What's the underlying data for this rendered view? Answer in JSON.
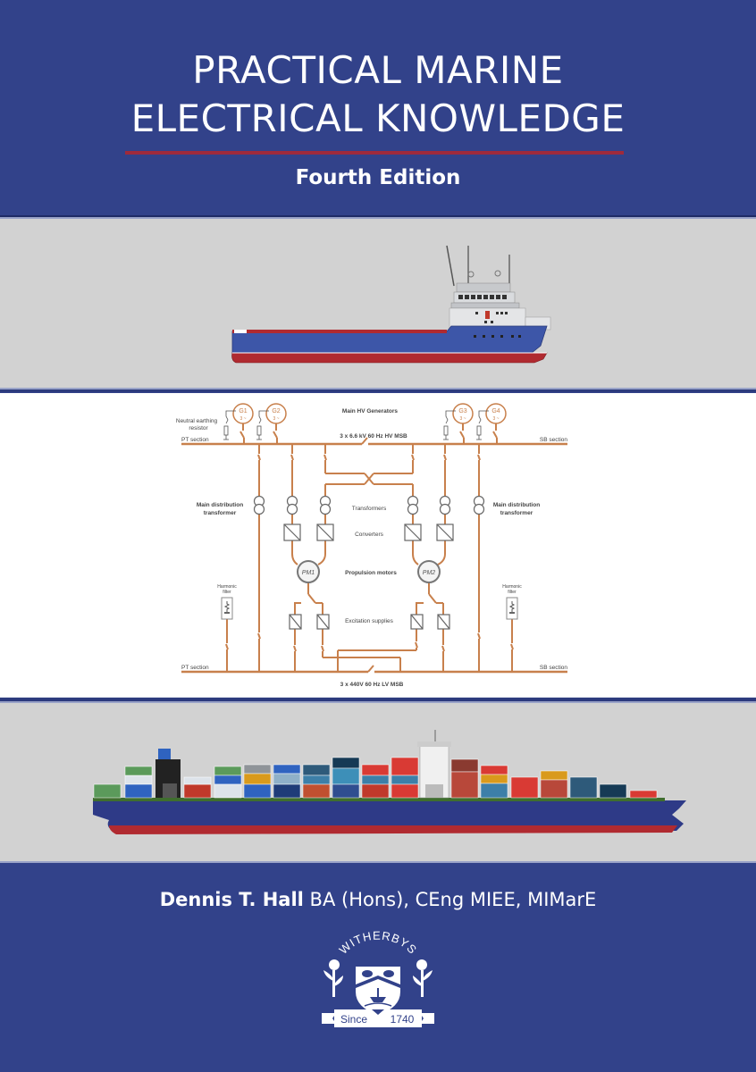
{
  "cover": {
    "title_line1": "PRACTICAL MARINE",
    "title_line2": "ELECTRICAL KNOWLEDGE",
    "edition": "Fourth Edition",
    "author_name": "Dennis T. Hall",
    "author_credentials": " BA (Hons), CEng MIEE, MIMarE",
    "colors": {
      "navy": "#32428a",
      "accent_rule": "#9e2a3c",
      "panel_grey": "#d2d2d2",
      "diagram_line": "#c8804c"
    }
  },
  "diagram": {
    "generators_label": "Main HV Generators",
    "hv_bus_label": "3 x 6.6 kV 60 Hz HV MSB",
    "lv_bus_label": "3 x 440V 60 Hz LV MSB",
    "neutral_label_line1": "Neutral earthing",
    "neutral_label_line2": "resistor",
    "pt_section_top": "PT section",
    "sb_section_top": "SB section",
    "pt_section_bottom": "PT section",
    "sb_section_bottom": "SB section",
    "main_dist_left_line1": "Main distribution",
    "main_dist_left_line2": "transformer",
    "main_dist_right_line1": "Main distribution",
    "main_dist_right_line2": "transformer",
    "transformers_label": "Transformers",
    "converters_label": "Converters",
    "propulsion_label": "Propulsion motors",
    "excitation_label": "Excitation supplies",
    "harmonic_left_line1": "Harmonic",
    "harmonic_left_line2": "filter",
    "harmonic_right_line1": "Harmonic",
    "harmonic_right_line2": "filter",
    "generators": [
      {
        "id": "G1",
        "phase": "3 ~"
      },
      {
        "id": "G2",
        "phase": "3 ~"
      },
      {
        "id": "G3",
        "phase": "3 ~"
      },
      {
        "id": "G4",
        "phase": "3 ~"
      }
    ],
    "motors": [
      {
        "id": "PM1"
      },
      {
        "id": "PM2"
      }
    ]
  },
  "publisher": {
    "name": "WITHERBYS",
    "since": "Since",
    "year": "1740"
  }
}
